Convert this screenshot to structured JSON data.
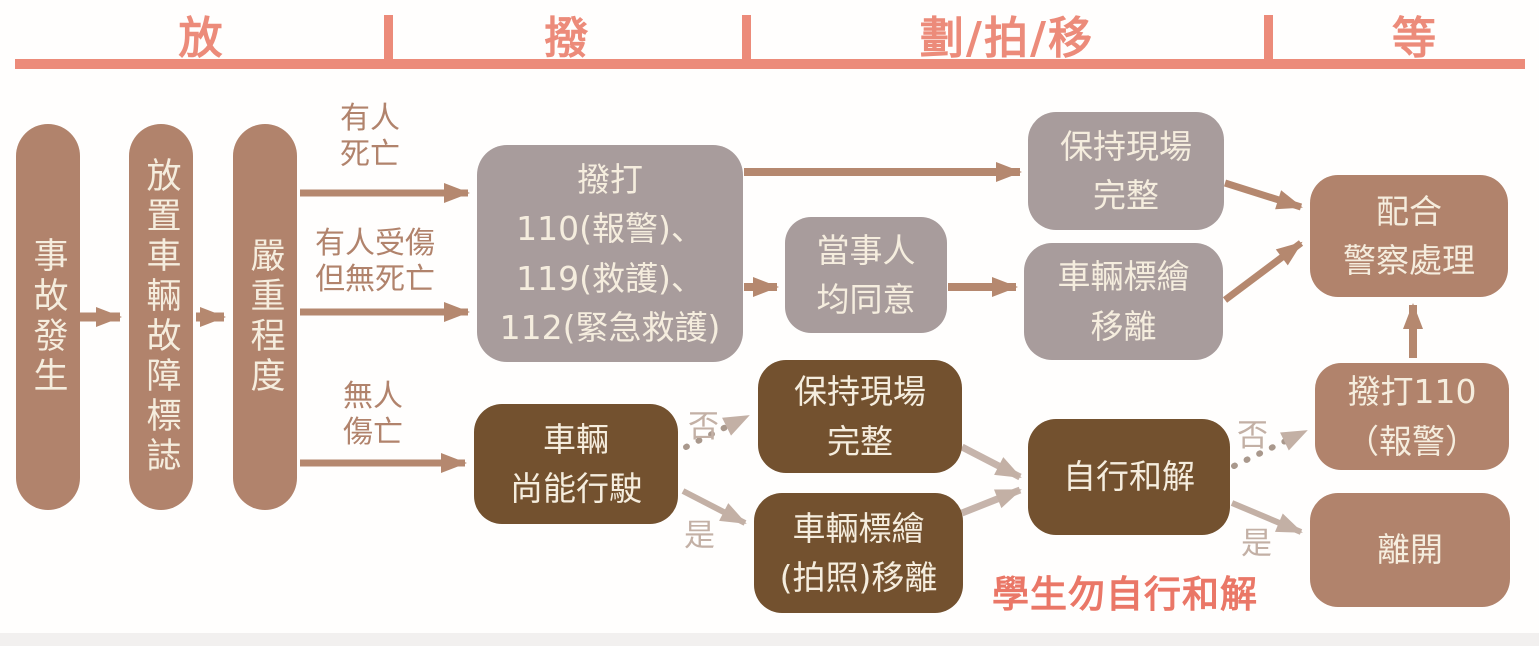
{
  "header": {
    "sections": [
      "放",
      "撥",
      "劃/拍/移",
      "等"
    ]
  },
  "pills": [
    "事故發生",
    "放置車輛故障標誌",
    "嚴重程度"
  ],
  "branch_labels": {
    "death": [
      "有人",
      "死亡"
    ],
    "injured_no_death": [
      "有人受傷",
      "但無死亡"
    ],
    "no_casualty": [
      "無人",
      "傷亡"
    ]
  },
  "nodes": {
    "dial_numbers": [
      "撥打",
      "110(報警)、",
      "119(救護)、",
      "112(緊急救護)"
    ],
    "parties_agree": [
      "當事人",
      "均同意"
    ],
    "keep_scene_top": [
      "保持現場",
      "完整"
    ],
    "mark_move_top": [
      "車輛標繪",
      "移離"
    ],
    "cooperate_police": [
      "配合",
      "警察處理"
    ],
    "vehicle_drivable": [
      "車輛",
      "尚能行駛"
    ],
    "keep_scene_bottom": [
      "保持現場",
      "完整"
    ],
    "mark_photo_move": [
      "車輛標繪",
      "(拍照)移離"
    ],
    "self_settle": [
      "自行和解"
    ],
    "call_110": [
      "撥打110",
      "（報警）"
    ],
    "leave": [
      "離開"
    ]
  },
  "decisions": {
    "drivable_no": "否",
    "drivable_yes": "是",
    "settle_no": "否",
    "settle_yes": "是"
  },
  "warning": "學生勿自行和解",
  "colors": {
    "salmon": "#ec8b7a",
    "terracotta": "#b1836c",
    "arrow_brown": "#b5886f",
    "gray": "#a89c9c",
    "dark_brown": "#73512f",
    "cream_text": "#f5edde",
    "taupe": "#c3b0a5",
    "warning_red": "#ea7767"
  }
}
